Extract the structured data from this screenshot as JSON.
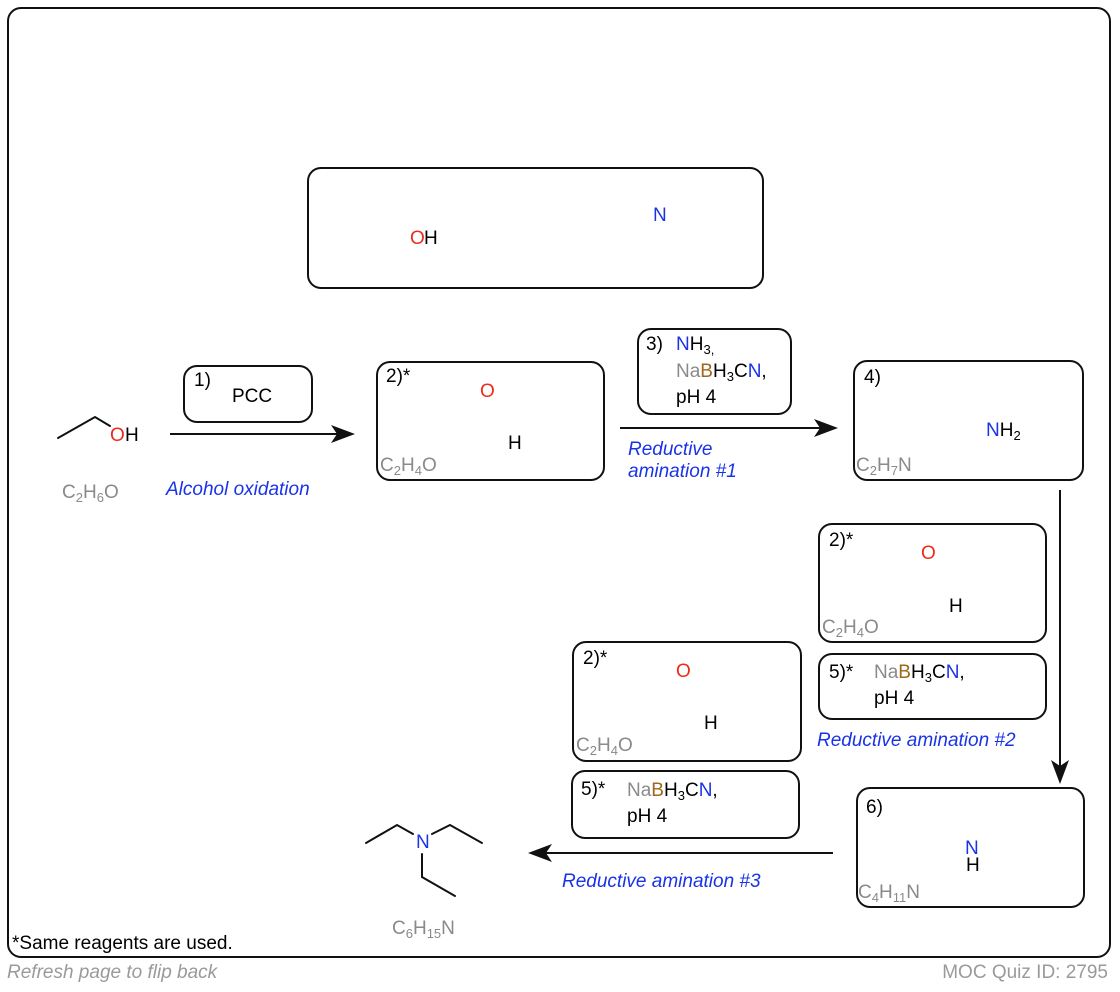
{
  "top": {
    "reactant_atom": "O",
    "reactant_h": "H",
    "product_atom": "N"
  },
  "start": {
    "atom_o": "O",
    "atom_h": "H",
    "formula_base": "C",
    "formula_s1": "2",
    "formula_mid": "H",
    "formula_s2": "6",
    "formula_end": "O"
  },
  "step1": {
    "num": "1)",
    "reagent": "PCC",
    "caption": "Alcohol oxidation"
  },
  "box2": {
    "num": "2)*",
    "o": "O",
    "h": "H",
    "f_c": "C",
    "f_s1": "2",
    "f_h": "H",
    "f_s2": "4",
    "f_o": "O"
  },
  "step3": {
    "num": "3)",
    "n": "N",
    "h3": "H",
    "h3_sub": "3,",
    "na": "Na",
    "b": "B",
    "h3cn_h": "H",
    "h3cn_sub": "3",
    "c": "C",
    "n2": "N",
    "comma": ",",
    "ph": "pH 4",
    "caption_line1": "Reductive",
    "caption_line2": "amination #1"
  },
  "box4": {
    "num": "4)",
    "nh2_n": "N",
    "nh2_h": "H",
    "nh2_sub": "2",
    "f_c": "C",
    "f_s1": "2",
    "f_h": "H",
    "f_s2": "7",
    "f_n": "N"
  },
  "right2": {
    "num": "2)*",
    "o": "O",
    "h": "H",
    "f_c": "C",
    "f_s1": "2",
    "f_h": "H",
    "f_s2": "4",
    "f_o": "O"
  },
  "right5": {
    "num": "5)*",
    "na": "Na",
    "b": "B",
    "h": "H",
    "sub": "3",
    "c": "C",
    "n": "N",
    "comma": ",",
    "ph": "pH 4",
    "caption": "Reductive amination #2"
  },
  "box6": {
    "num": "6)",
    "n": "N",
    "h": "H",
    "f_c": "C",
    "f_s1": "4",
    "f_h": "H",
    "f_s2": "11",
    "f_n": "N"
  },
  "mid2": {
    "num": "2)*",
    "o": "O",
    "h": "H",
    "f_c": "C",
    "f_s1": "2",
    "f_h": "H",
    "f_s2": "4",
    "f_o": "O"
  },
  "mid5": {
    "num": "5)*",
    "na": "Na",
    "b": "B",
    "h": "H",
    "sub": "3",
    "c": "C",
    "n": "N",
    "comma": ",",
    "ph": "pH 4",
    "caption": "Reductive amination #3"
  },
  "final": {
    "n": "N",
    "f_c": "C",
    "f_s1": "6",
    "f_h": "H",
    "f_s2": "15",
    "f_n": "N"
  },
  "footnote": "*Same reagents are used.",
  "footer_left": "Refresh page to flip back",
  "footer_right": "MOC Quiz ID: 2795",
  "colors": {
    "oxygen": "#ee2a1a",
    "nitrogen": "#1a33e6",
    "boron": "#a0661a",
    "grey": "#8a8a8a",
    "caption_blue": "#1a33e6"
  }
}
